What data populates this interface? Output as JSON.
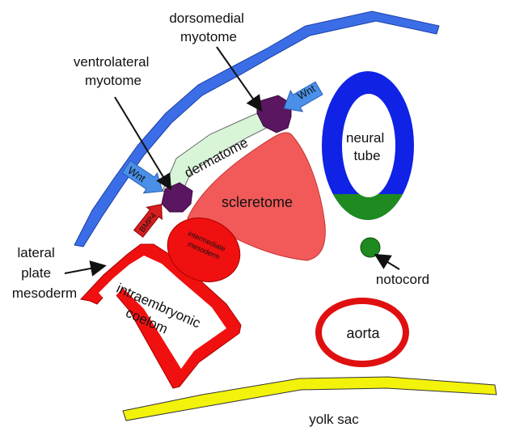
{
  "labels": {
    "dorsomedial_myotome": [
      "dorsomedial",
      "myotome"
    ],
    "ventrolateral_myotome": [
      "ventrolateral",
      "myotome"
    ],
    "dermatome": "dermatome",
    "sclerotome": "scleretome",
    "neural_tube": [
      "neural",
      "tube"
    ],
    "intermediate_mesoderm": [
      "intermediate",
      "mesoderm"
    ],
    "lateral_plate_mesoderm": [
      "lateral",
      "plate",
      "mesoderm"
    ],
    "notocord": "notocord",
    "intraembryonic_coelom": [
      "intraembryonic",
      "coelom"
    ],
    "aorta": "aorta",
    "yolk_sac": "yolk sac",
    "wnt_left": "Wnt",
    "wnt_right": "Wnt",
    "bmp4": "BMP4"
  },
  "colors": {
    "ectoderm": "#3b6ee6",
    "neural_tube": "#1022e6",
    "floor_plate": "#1f8a1f",
    "notochord": "#1f8a1f",
    "sclerotome": "#f25a5a",
    "dermatome": "#d8f5d8",
    "myotome": "#5a1660",
    "mesoderm": "#f01010",
    "yolk_sac": "#f2f20a",
    "wnt_arrow": "#4a90e8",
    "bmp4_arrow": "#d81e1e"
  }
}
